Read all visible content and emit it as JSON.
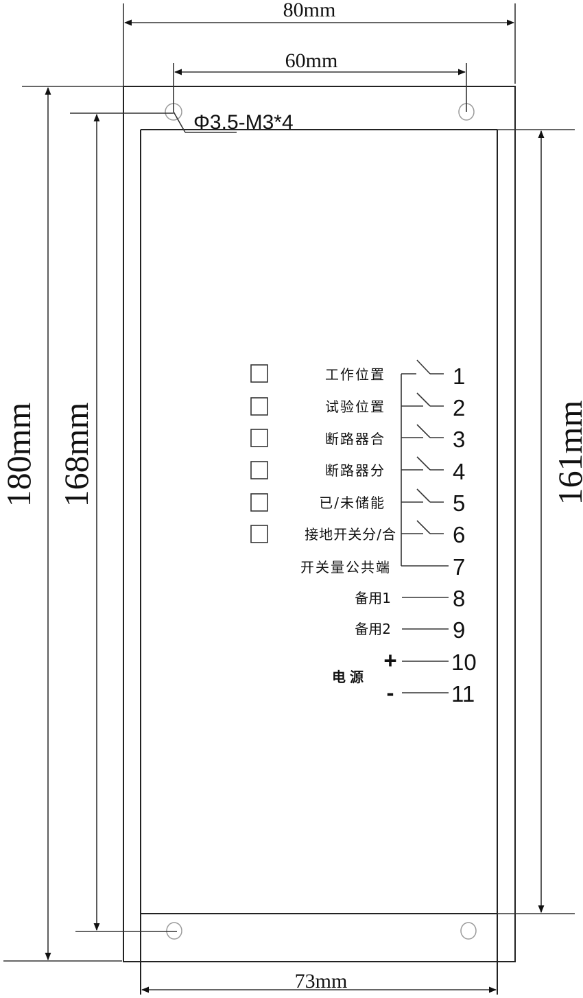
{
  "drawing": {
    "type": "panel-dimension-diagram",
    "dimensions": {
      "overall_width": "80mm",
      "hole_spacing": "60mm",
      "body_width": "73mm",
      "overall_height": "180mm",
      "hole_vertical_spacing": "168mm",
      "body_height": "161mm"
    },
    "hole_callout": "Φ3.5-M3*4",
    "indicators": [
      {
        "label": "工作位置",
        "terminal": "1"
      },
      {
        "label": "试验位置",
        "terminal": "2"
      },
      {
        "label": "断路器合",
        "terminal": "3"
      },
      {
        "label": "断路器分",
        "terminal": "4"
      },
      {
        "label": "已/未储能",
        "terminal": "5"
      },
      {
        "label": "接地开关分/合",
        "terminal": "6"
      }
    ],
    "common": {
      "label": "开关量公共端",
      "terminal": "7"
    },
    "spares": [
      {
        "label": "备用1",
        "terminal": "8"
      },
      {
        "label": "备用2",
        "terminal": "9"
      }
    ],
    "power": {
      "label": "电源",
      "plus_sign": "+",
      "minus_sign": "-",
      "plus_terminal": "10",
      "minus_terminal": "11"
    },
    "colors": {
      "line": "#222222",
      "hole": "#9a9a9a",
      "background": "#ffffff"
    }
  }
}
